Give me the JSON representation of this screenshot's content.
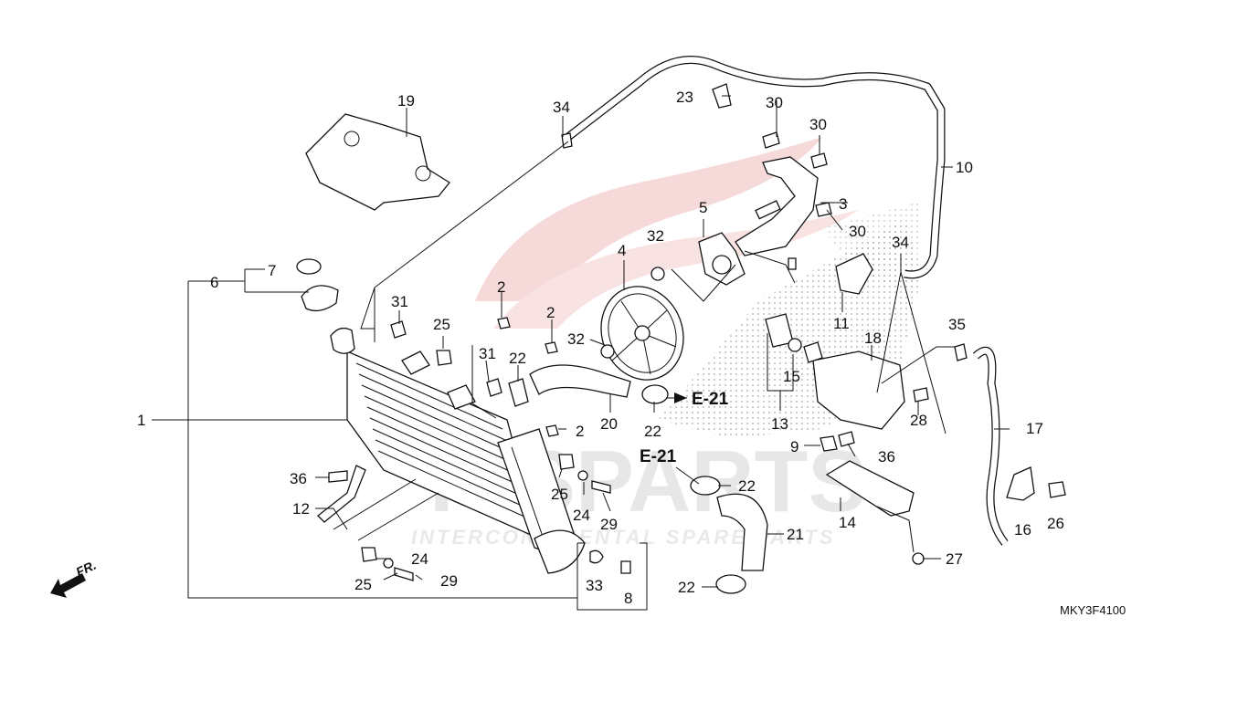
{
  "watermark": {
    "brand": "ICSPARTS",
    "tagline": "INTERCONTINENTAL SPARE PARTS"
  },
  "diagram_code": "MKY3F4100",
  "front_indicator": "FR.",
  "references": [
    "E-21",
    "E-21"
  ],
  "callouts": [
    "1",
    "2",
    "2",
    "2",
    "2",
    "3",
    "4",
    "5",
    "6",
    "7",
    "8",
    "9",
    "10",
    "11",
    "12",
    "13",
    "14",
    "15",
    "16",
    "17",
    "18",
    "19",
    "20",
    "21",
    "22",
    "22",
    "22",
    "22",
    "23",
    "24",
    "24",
    "25",
    "25",
    "25",
    "26",
    "27",
    "28",
    "29",
    "29",
    "30",
    "30",
    "30",
    "31",
    "31",
    "32",
    "32",
    "33",
    "34",
    "34",
    "35",
    "36",
    "36",
    "36"
  ]
}
